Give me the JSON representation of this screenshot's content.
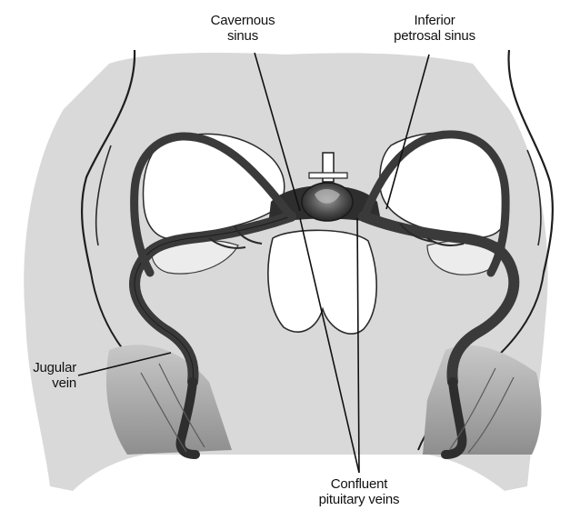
{
  "labels": {
    "cavernous_sinus": "Cavernous\nsinus",
    "inferior_petrosal_sinus": "Inferior\npetrosal sinus",
    "jugular_vein": "Jugular\nvein",
    "confluent_pituitary_veins": "Confluent\npituitary veins"
  },
  "colors": {
    "background": "#ffffff",
    "tissue_light": "#d9d9d9",
    "tissue_mid": "#b4b4b4",
    "vessel_dark": "#3a3a3a",
    "outline": "#1e1e1e",
    "label_text": "#111111"
  }
}
